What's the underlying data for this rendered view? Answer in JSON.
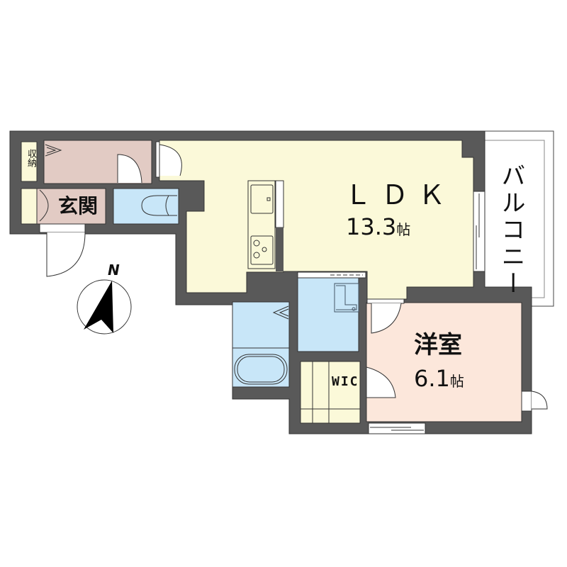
{
  "floor_plan": {
    "rooms": [
      {
        "id": "ldk",
        "name": "ＬＤＫ",
        "size_value": "13.3",
        "size_unit": "帖",
        "color": "#fbf9d9"
      },
      {
        "id": "western_room",
        "name": "洋室",
        "size_value": "6.1",
        "size_unit": "帖",
        "color": "#fce7db"
      },
      {
        "id": "entrance",
        "name": "玄関",
        "color": "#e2cbc4"
      },
      {
        "id": "storage",
        "name": "収納",
        "color": "#fbf9d9"
      },
      {
        "id": "wic",
        "name": "WIC",
        "color": "#fbf9d9"
      },
      {
        "id": "balcony",
        "name": "バルコニー",
        "color": "#ffffff"
      },
      {
        "id": "toilet",
        "color": "#c8e6f8"
      },
      {
        "id": "washroom",
        "color": "#c8e6f8"
      },
      {
        "id": "bathroom",
        "color": "#c8e6f8"
      }
    ],
    "compass": {
      "label": "N"
    },
    "colors": {
      "wall": "#595959",
      "outline": "#333333"
    }
  }
}
